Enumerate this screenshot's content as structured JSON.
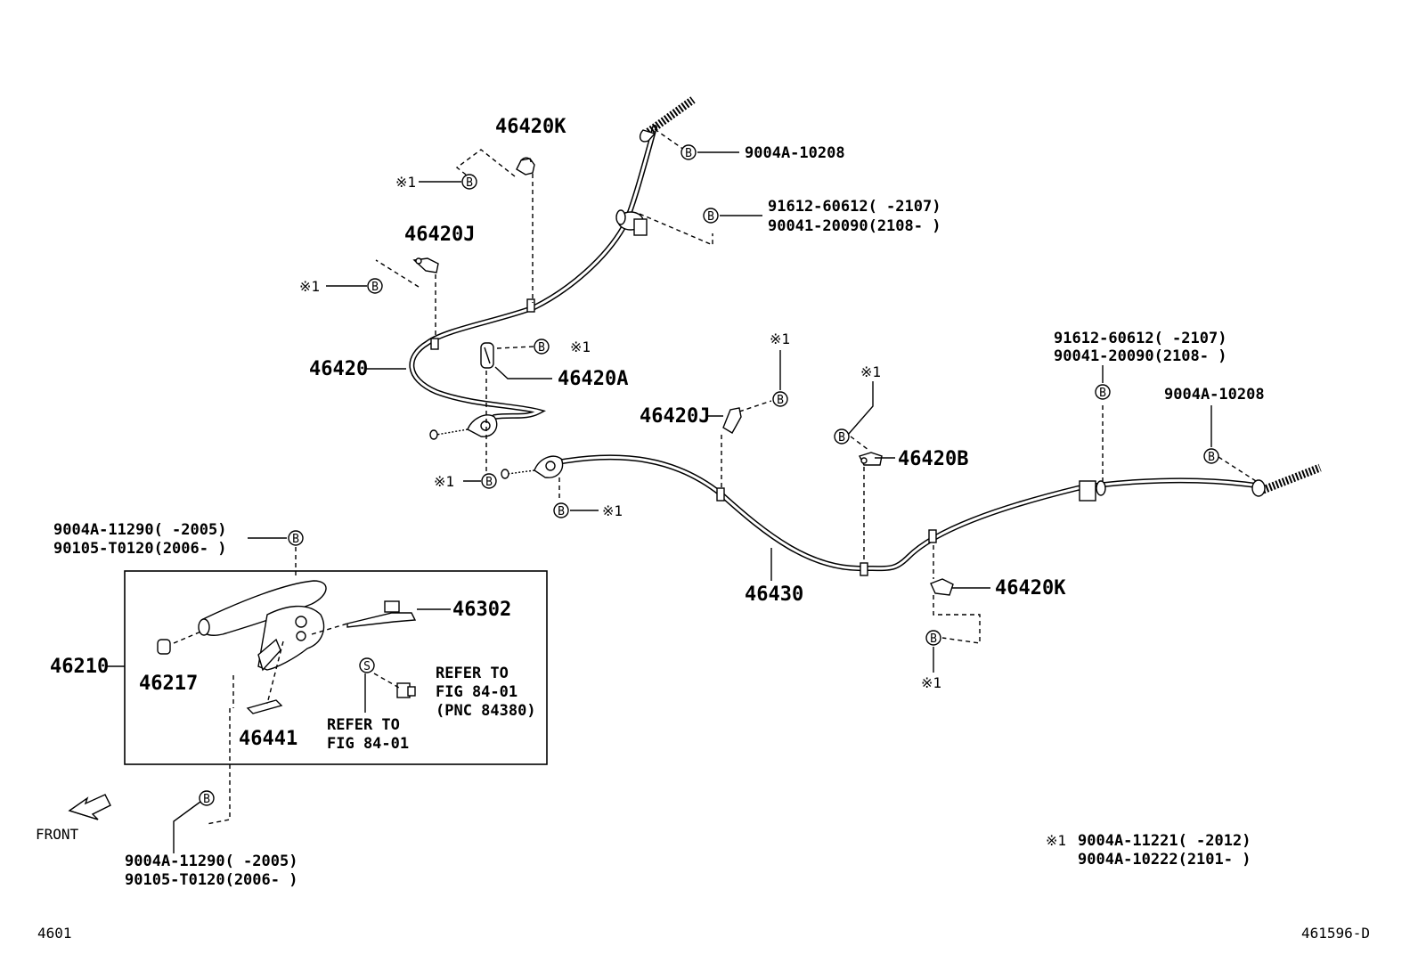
{
  "labels": {
    "p46420K_top": "46420K",
    "p9004A_10208_top": "9004A-10208",
    "p91612_top": "91612-60612(      -2107)",
    "p90041_top": "90041-20090(2108-      )",
    "p46420J_top": "46420J",
    "p46420": "46420",
    "p46420A": "46420A",
    "p46420J_mid": "46420J",
    "p46420B": "46420B",
    "p91612_right": "91612-60612(      -2107)",
    "p90041_right": "90041-20090(2108-      )",
    "p9004A_10208_right": "9004A-10208",
    "p46430": "46430",
    "p46420K_right": "46420K",
    "p9004A_11290_top": "9004A-11290(      -2005)",
    "p90105_top": "90105-T0120(2006-      )",
    "p46302": "46302",
    "p46210": "46210",
    "p46217": "46217",
    "p46441": "46441",
    "refer_right_1": "REFER TO",
    "refer_right_2": "FIG 84-01",
    "refer_right_3": "(PNC 84380)",
    "refer_mid_1": "REFER TO",
    "refer_mid_2": "FIG 84-01",
    "front": "FRONT",
    "p9004A_11290_bot": "9004A-11290(      -2005)",
    "p90105_bot": "90105-T0120(2006-      )",
    "note_mark": "※1",
    "note_1": "9004A-11221(      -2012)",
    "note_2": "9004A-10222(2101-      )",
    "fig_left": "4601",
    "fig_right": "461596-D",
    "mark_x1": "※1",
    "circ_b": "B",
    "circ_s": "S"
  }
}
